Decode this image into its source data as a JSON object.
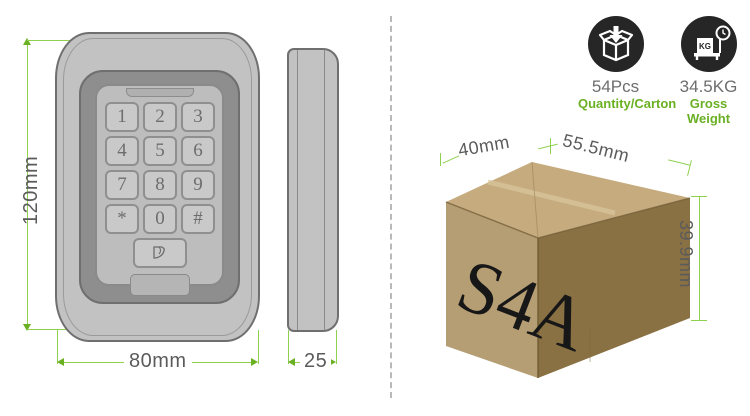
{
  "product": {
    "model": "S4A",
    "device_name": "metal-keypad-access-control-reader"
  },
  "front_view": {
    "keypad_keys": [
      "1",
      "2",
      "3",
      "4",
      "5",
      "6",
      "7",
      "8",
      "9",
      "*",
      "0",
      "#"
    ],
    "bell_key_icon": "doorbell-icon",
    "dimensions": {
      "height_label": "120mm",
      "width_label": "80mm"
    }
  },
  "side_view": {
    "dimensions": {
      "depth_label": "25"
    }
  },
  "packaging": {
    "badges": [
      {
        "icon": "box-packing-icon",
        "value": "54Pcs",
        "label": "Quantity/Carton"
      },
      {
        "icon": "weight-scale-icon",
        "value": "34.5KG",
        "label": "Gross Weight"
      }
    ],
    "carton": {
      "brand_text": "S4A",
      "depth_label": "40mm",
      "width_label": "55.5mm",
      "height_label": "39.9mm"
    }
  },
  "colors": {
    "dimension_line": "#8fd14f",
    "dimension_arrow": "#6ab023",
    "dimension_text": "#5b5b5b",
    "accent_green": "#6ab023",
    "value_gray": "#6e6e6e",
    "badge_circle": "#262626",
    "device_body": "#c2c2c2",
    "device_bezel": "#8e8e8e",
    "carton_top": "#c6ab7e",
    "carton_left": "#b69e74",
    "carton_right": "#8a7143",
    "divider": "#b9b9b9"
  }
}
